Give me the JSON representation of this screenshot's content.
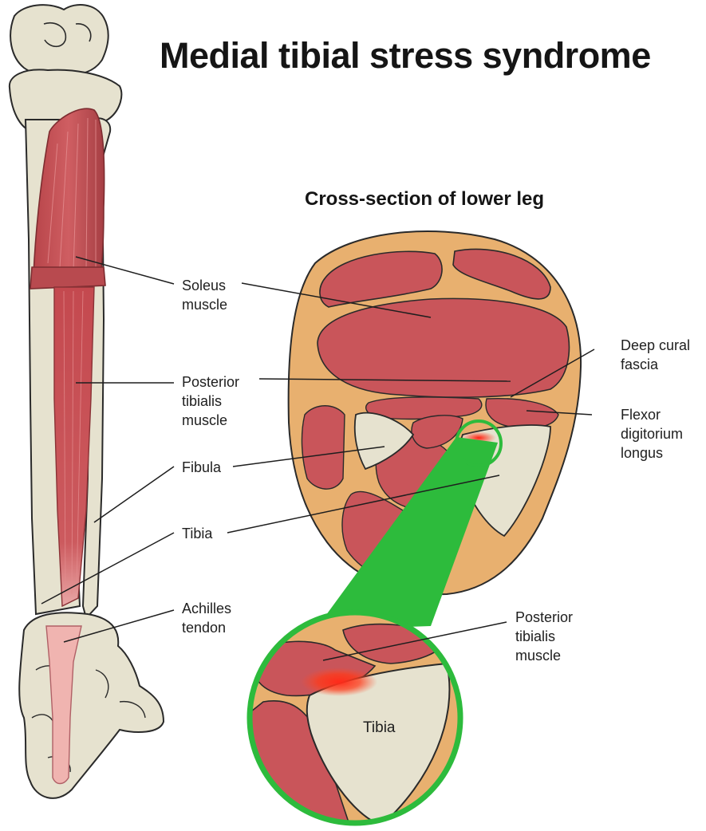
{
  "title": "Medial tibial stress syndrome",
  "subtitle": "Cross-section of lower leg",
  "labels": {
    "soleus": [
      "Soleus",
      "muscle"
    ],
    "posterior_tibialis_left": [
      "Posterior",
      "tibialis",
      "muscle"
    ],
    "fibula": [
      "Fibula"
    ],
    "tibia": [
      "Tibia"
    ],
    "achilles": [
      "Achilles",
      "tendon"
    ],
    "deep_cural_fascia": [
      "Deep cural",
      "fascia"
    ],
    "flexor_digitorium": [
      "Flexor",
      "digitorium",
      "longus"
    ],
    "posterior_tibialis_right": [
      "Posterior",
      "tibialis",
      "muscle"
    ],
    "tibia_zoom": "Tibia"
  },
  "colors": {
    "bone": "#e6e2cf",
    "bone_shade": "#cfc9ae",
    "muscle": "#c9555a",
    "muscle_dark": "#a84146",
    "fat": "#e8b06f",
    "tendon": "#f0b4b0",
    "zoom_ring": "#2dbb3c",
    "inflammation": "#ff2a1a"
  }
}
